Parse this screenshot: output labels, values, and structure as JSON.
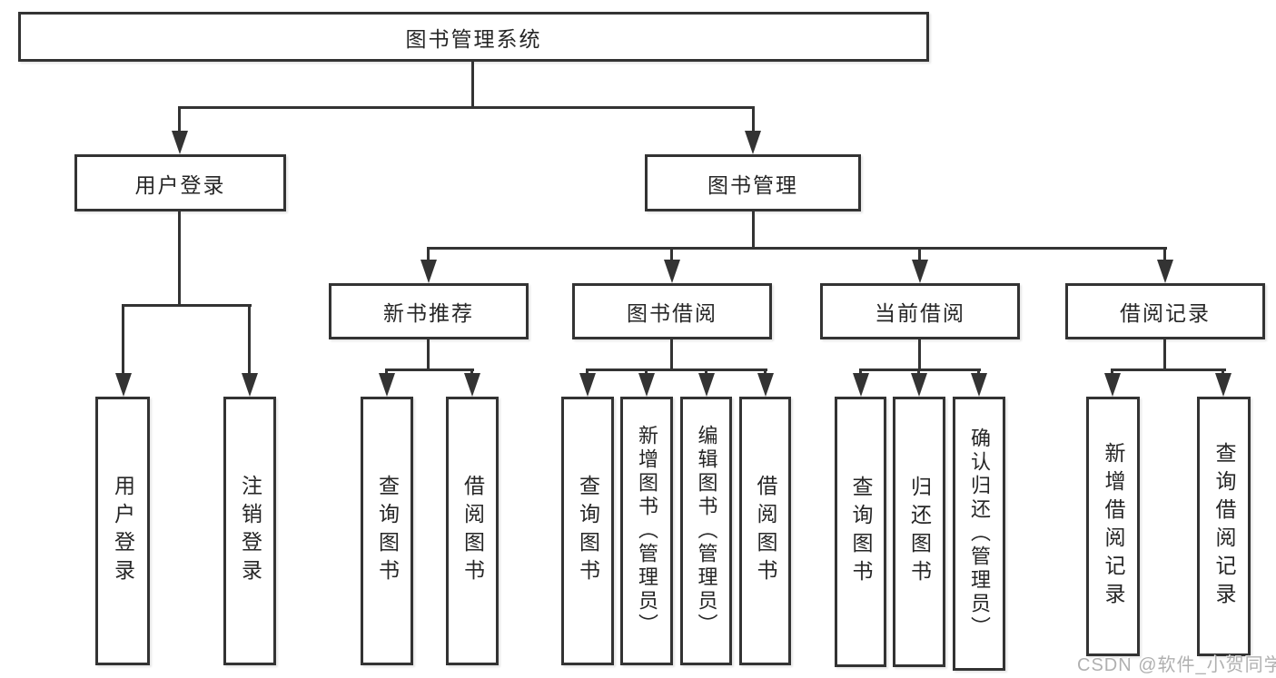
{
  "tree": {
    "label": "图书管理系统",
    "children": [
      {
        "label": "用户登录",
        "children": [
          {
            "label": "用户登录"
          },
          {
            "label": "注销登录"
          }
        ]
      },
      {
        "label": "图书管理",
        "children": [
          {
            "label": "新书推荐",
            "children": [
              {
                "label": "查询图书"
              },
              {
                "label": "借阅图书"
              }
            ]
          },
          {
            "label": "图书借阅",
            "children": [
              {
                "label": "查询图书"
              },
              {
                "label": "新增图书（管理员）"
              },
              {
                "label": "编辑图书（管理员）"
              },
              {
                "label": "借阅图书"
              }
            ]
          },
          {
            "label": "当前借阅",
            "children": [
              {
                "label": "查询图书"
              },
              {
                "label": "归还图书"
              },
              {
                "label": "确认归还（管理员）"
              }
            ]
          },
          {
            "label": "借阅记录",
            "children": [
              {
                "label": "新增借阅记录"
              },
              {
                "label": "查询借阅记录"
              }
            ]
          }
        ]
      }
    ]
  },
  "watermark": {
    "text": "CSDN @软件_小贺同学"
  },
  "colors": {
    "line": "#333333",
    "box_border": "#333333",
    "text": "#262626",
    "background": "#ffffff",
    "watermark": "#b0b0b0"
  }
}
